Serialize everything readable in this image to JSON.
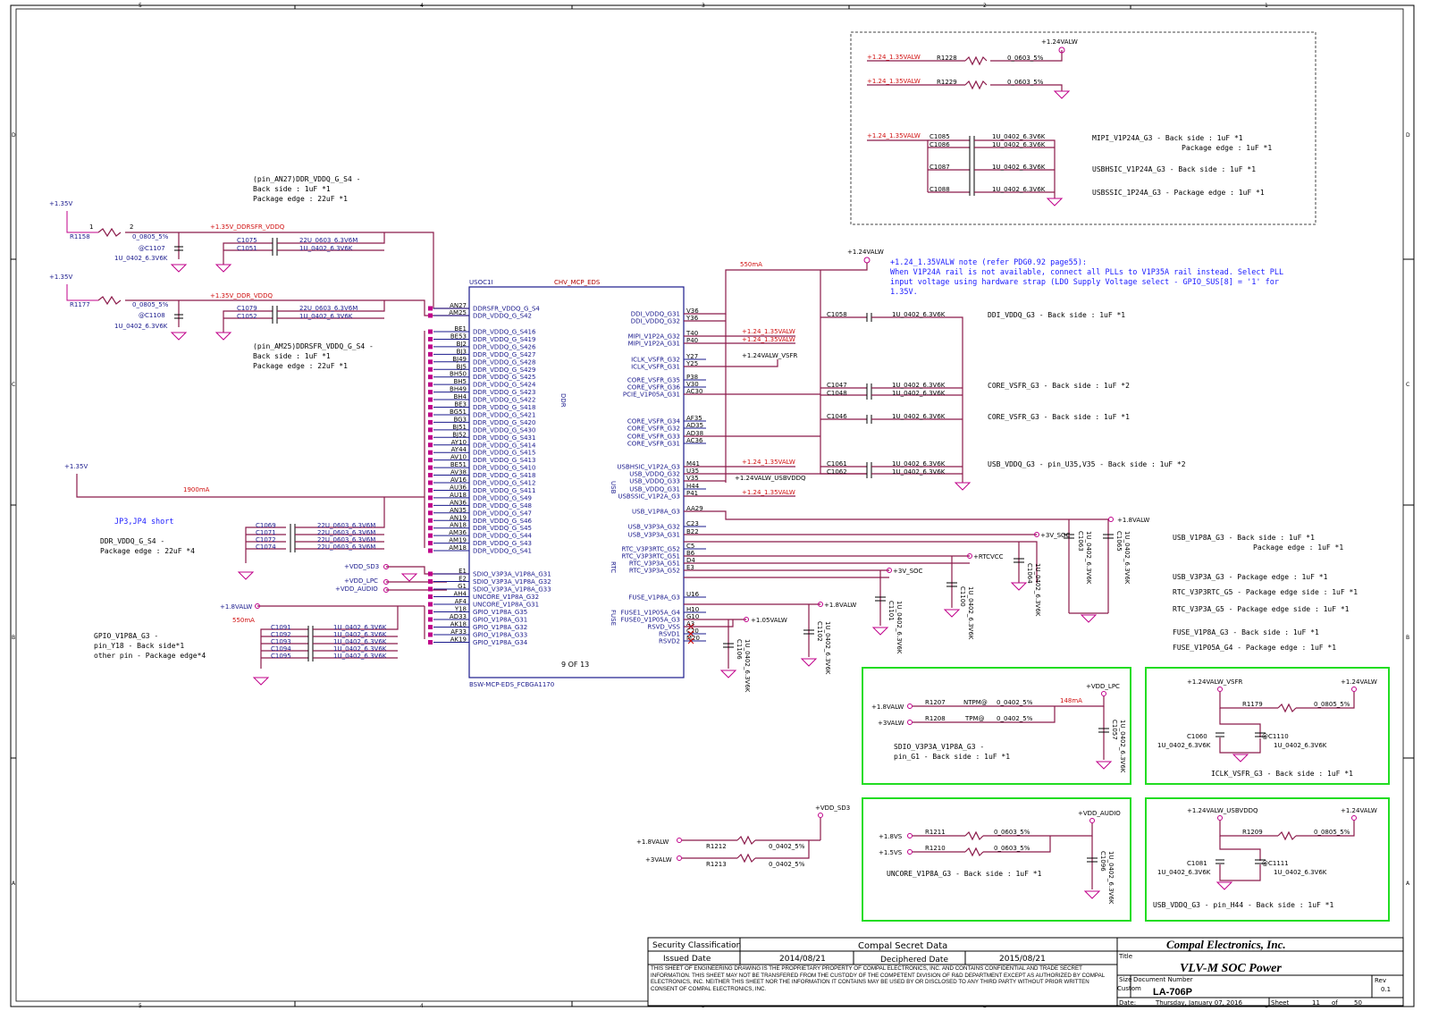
{
  "border": {
    "cols": [
      "5",
      "4",
      "3",
      "2",
      "1"
    ],
    "rows": [
      "D",
      "C",
      "B",
      "A"
    ]
  },
  "chip": {
    "ref": "USOC1I",
    "part": "CHV_MCP_EDS",
    "section": "9 OF 13",
    "footprint": "BSW-MCP-EDS_FCBGA1170",
    "groups": [
      "DDR",
      "USB",
      "RTC",
      "FUSE"
    ],
    "left_pins": [
      [
        "AN27",
        "DDRSFR_VDDQ_G_S4"
      ],
      [
        "AM25",
        "DDR_VDDQ_G_S42"
      ],
      [
        "BE1",
        "DDR_VDDQ_G_S416"
      ],
      [
        "BE53",
        "DDR_VDDQ_G_S419"
      ],
      [
        "BJ2",
        "DDR_VDDQ_G_S426"
      ],
      [
        "BJ3",
        "DDR_VDDQ_G_S427"
      ],
      [
        "BJ49",
        "DDR_VDDQ_G_S428"
      ],
      [
        "BJ5",
        "DDR_VDDQ_G_S429"
      ],
      [
        "BH50",
        "DDR_VDDQ_G_S425"
      ],
      [
        "BH5",
        "DDR_VDDQ_G_S424"
      ],
      [
        "BH49",
        "DDR_VDDQ_G_S423"
      ],
      [
        "BH4",
        "DDR_VDDQ_G_S422"
      ],
      [
        "BE3",
        "DDR_VDDQ_G_S418"
      ],
      [
        "BG51",
        "DDR_VDDQ_G_S421"
      ],
      [
        "BG3",
        "DDR_VDDQ_G_S420"
      ],
      [
        "BJ51",
        "DDR_VDDQ_G_S430"
      ],
      [
        "BJ52",
        "DDR_VDDQ_G_S431"
      ],
      [
        "AY10",
        "DDR_VDDQ_G_S414"
      ],
      [
        "AY44",
        "DDR_VDDQ_G_S415"
      ],
      [
        "AV10",
        "DDR_VDDQ_G_S413"
      ],
      [
        "BE51",
        "DDR_VDDQ_G_S410"
      ],
      [
        "AV38",
        "DDR_VDDQ_G_S418"
      ],
      [
        "AV16",
        "DDR_VDDQ_G_S412"
      ],
      [
        "AU36",
        "DDR_VDDQ_G_S411"
      ],
      [
        "AU18",
        "DDR_VDDQ_G_S49"
      ],
      [
        "AN36",
        "DDR_VDDQ_G_S48"
      ],
      [
        "AN35",
        "DDR_VDDQ_G_S47"
      ],
      [
        "AN19",
        "DDR_VDDQ_G_S46"
      ],
      [
        "AN18",
        "DDR_VDDQ_G_S45"
      ],
      [
        "AM36",
        "DDR_VDDQ_G_S44"
      ],
      [
        "AM19",
        "DDR_VDDQ_G_S43"
      ],
      [
        "AM18",
        "DDR_VDDQ_G_S41"
      ],
      [
        "E1",
        "SDIO_V3P3A_V1P8A_G31"
      ],
      [
        "E2",
        "SDIO_V3P3A_V1P8A_G32"
      ],
      [
        "G1",
        "SDIO_V3P3A_V1P8A_G33"
      ],
      [
        "AH4",
        "UNCORE_V1P8A_G32"
      ],
      [
        "AF4",
        "UNCORE_V1P8A_G31"
      ],
      [
        "Y18",
        "GPIO_V1P8A_G35"
      ],
      [
        "AD33",
        "GPIO_V1P8A_G31"
      ],
      [
        "AK18",
        "GPIO_V1P8A_G32"
      ],
      [
        "AF33",
        "GPIO_V1P8A_G33"
      ],
      [
        "AK19",
        "GPIO_V1P8A_G34"
      ]
    ],
    "right_pins": [
      [
        "V36",
        "DDI_VDDQ_G31"
      ],
      [
        "Y36",
        "DDI_VDDQ_G32"
      ],
      [
        "T40",
        "MIPI_V1P2A_G32"
      ],
      [
        "P40",
        "MIPI_V1P2A_G31"
      ],
      [
        "Y27",
        "ICLK_VSFR_G32"
      ],
      [
        "Y25",
        "ICLK_VSFR_G31"
      ],
      [
        "P38",
        "CORE_VSFR_G35"
      ],
      [
        "V30",
        "CORE_VSFR_G36"
      ],
      [
        "AC30",
        "PCIE_V1P05A_G31"
      ],
      [
        "AF35",
        "CORE_VSFR_G34"
      ],
      [
        "AD35",
        "CORE_VSFR_G32"
      ],
      [
        "AD38",
        "CORE_VSFR_G33"
      ],
      [
        "AC36",
        "CORE_VSFR_G31"
      ],
      [
        "M41",
        "USBHSIC_V1P2A_G3"
      ],
      [
        "U35",
        "USB_VDDQ_G32"
      ],
      [
        "V35",
        "USB_VDDQ_G33"
      ],
      [
        "H44",
        "USB_VDDQ_G31"
      ],
      [
        "P41",
        "USBSSIC_V1P2A_G3"
      ],
      [
        "AA29",
        "USB_V1P8A_G3"
      ],
      [
        "C23",
        "USB_V3P3A_G32"
      ],
      [
        "B22",
        "USB_V3P3A_G31"
      ],
      [
        "C5",
        "RTC_V3P3RTC_G52"
      ],
      [
        "B6",
        "RTC_V3P3RTC_G51"
      ],
      [
        "D4",
        "RTC_V3P3A_G51"
      ],
      [
        "E3",
        "RTC_V3P3A_G52"
      ],
      [
        "U16",
        "FUSE_V1P8A_G3"
      ],
      [
        "H10",
        "FUSE1_V1P05A_G4"
      ],
      [
        "G10",
        "FUSE0_V1P05A_G3"
      ],
      [
        "A3",
        "RSVD_VSS"
      ],
      [
        "C20",
        "RSVD1"
      ],
      [
        "M20",
        "RSVD2"
      ]
    ]
  },
  "nets": {
    "ddrsfr": "+1.35V_DDRSFR_VDDQ",
    "ddr": "+1.35V_DDR_VDDQ",
    "p135v": "+1.35V",
    "p124valw": "+1.24VALW",
    "p124_135": "+1.24_1.35VALW",
    "vsfr": "+1.24VALW_VSFR",
    "usbvddq": "+1.24VALW_USBVDDQ",
    "p18valw": "+1.8VALW",
    "p3v_soc": "+3V_SOC",
    "rtcvcc": "+RTCVCC",
    "p105valw": "+1.05VALW",
    "vdd_sd3": "+VDD_SD3",
    "vdd_lpc": "+VDD_LPC",
    "vdd_audio": "+VDD_AUDIO",
    "p3valw": "+3VALW",
    "p18vs": "+1.8VS",
    "p15vs": "+1.5VS"
  },
  "currents": {
    "ddr_top": "550mA",
    "ddr_main": "1900mA",
    "gpio": "550mA",
    "sdio": "148mA"
  },
  "parts": {
    "r1158": "R1158",
    "r1177": "R1177",
    "r0805": "0_0805_5%",
    "c1107": "@C1107",
    "c1108": "@C1108",
    "c1u": "1U_0402_6.3V6K",
    "c22u": "22U_0603_6.3V6M",
    "c1075": "C1075",
    "c1051": "C1051",
    "c1079": "C1079",
    "c1052": "C1052",
    "c1069": "C1069",
    "c1071": "C1071",
    "c1072": "C1072",
    "c1074": "C1074",
    "c1091": "C1091",
    "c1092": "C1092",
    "c1093": "C1093",
    "c1094": "C1094",
    "c1095": "C1095",
    "r1228": "R1228",
    "r1229": "R1229",
    "r0603": "0_0603_5%",
    "c1085": "C1085",
    "c1086": "C1086",
    "c1087": "C1087",
    "c1088": "C1088",
    "c1058": "C1058",
    "c1047": "C1047",
    "c1048": "C1048",
    "c1046": "C1046",
    "c1061": "C1061",
    "c1062": "C1062",
    "c1063": "C1063",
    "c1064": "C1064",
    "c1065": "C1065",
    "c1060": "C1060",
    "c1100": "C1100",
    "c1101": "C1101",
    "c1102": "C1102",
    "c1106": "C1106",
    "r1212": "R1212",
    "r1213": "R1213",
    "r0402": "0_0402_5%",
    "r1207": "R1207",
    "r1208": "R1208",
    "ntpm": "NTPM@",
    "tpm": "TPM@",
    "c1057": "C1057",
    "r1179": "R1179",
    "c1060b": "C1060",
    "c1110": "@C1110",
    "r1211": "R1211",
    "r1210": "R1210",
    "c1096": "C1096",
    "r1209": "R1209",
    "c1081": "C1081",
    "c1111": "@C1111"
  },
  "notes": {
    "ddrsfr_title": "(pin_AN27)DDR_VDDQ_G_S4 -",
    "ddrsfr_back": "Back side : 1uF *1",
    "ddrsfr_pkg": "Package edge : 22uF *1",
    "ddr_title": "(pin_AM25)DDRSFR_VDDQ_G_S4 -",
    "ddr_back": "Back side : 1uF *1",
    "ddr_pkg": "Package edge : 22uF *1",
    "jp": "JP3,JP4 short",
    "ddrq_title": "DDR_VDDQ_G_S4 -",
    "ddrq_pkg": "Package edge : 22uF *4",
    "gpio_title": "GPIO_V1P8A_G3 -",
    "gpio_pin": "pin_Y18 - Back side*1",
    "gpio_other": "other pin - Package edge*4",
    "mipi1": "MIPI_V1P24A_G3 - Back side : 1uF *1",
    "mipi2": "Package edge : 1uF *1",
    "usbhsic": "USBHSIC_V1P24A_G3 - Back side : 1uF *1",
    "usbssic": "USBSSIC_1P24A_G3 -  Package edge : 1uF *1",
    "pll1": "+1.24_1.35VALW note (refer PDG0.92 page55):",
    "pll2": "When V1P24A rail is not available, connect all PLLs to V1P35A rail instead. Select PLL",
    "pll3": "input voltage using hardware strap (LDO Supply Voltage select - GPIO_SUS[8] = '1' for",
    "pll4": "1.35V.",
    "ddi": "DDI_VDDQ_G3 - Back side : 1uF *1",
    "core2": "CORE_VSFR_G3 - Back side : 1uF *2",
    "core1": "CORE_VSFR_G3 - Back side : 1uF *1",
    "usbvddq": "USB_VDDQ_G3 - pin_U35,V35 - Back side : 1uF *2",
    "usb18_1": "USB_V1P8A_G3 - Back side : 1uF *1",
    "usb18_2": "Package edge : 1uF *1",
    "usb33": "USB_V3P3A_G3 -  Package edge : 1uF *1",
    "rtc1": "RTC_V3P3RTC_G5 - Package edge side : 1uF *1",
    "rtc2": "RTC_V3P3A_G5 - Package edge side : 1uF *1",
    "fuse18": "FUSE_V1P8A_G3 - Back side : 1uF *1",
    "fuse105": "FUSE_V1P05A_G4 - Package edge : 1uF *1",
    "sdio1": "SDIO_V3P3A_V1P8A_G3 -",
    "sdio2": "pin_G1 - Back side : 1uF *1",
    "iclk": "ICLK_VSFR_G3 - Back side : 1uF *1",
    "uncore": "UNCORE_V1P8A_G3 - Back side : 1uF *1",
    "usbvddq2": "USB_VDDQ_G3 -  pin_H44 - Back side : 1uF *1"
  },
  "title_block": {
    "sec_label": "Security Classification",
    "sec_value": "Compal Secret Data",
    "issued_label": "Issued Date",
    "issued_value": "2014/08/21",
    "deciph_label": "Deciphered Date",
    "deciph_value": "2015/08/21",
    "legal": "THIS SHEET OF ENGINEERING DRAWING IS THE PROPRIETARY PROPERTY OF COMPAL ELECTRONICS, INC. AND CONTAINS CONFIDENTIAL AND TRADE SECRET INFORMATION. THIS SHEET MAY NOT BE TRANSFERED FROM THE CUSTODY OF THE COMPETENT DIVISION OF R&D DEPARTMENT EXCEPT AS AUTHORIZED BY COMPAL ELECTRONICS, INC. NEITHER THIS SHEET NOR THE INFORMATION IT CONTAINS MAY BE USED BY OR DISCLOSED TO ANY THIRD PARTY WITHOUT PRIOR WRITTEN CONSENT OF COMPAL ELECTRONICS, INC.",
    "company": "Compal Electronics, Inc.",
    "title_label": "Title",
    "title": "VLV-M SOC Power",
    "size_label": "Size",
    "size_value": "Custom",
    "docnum_label": "Document Number",
    "docnum": "LA-706P",
    "rev_label": "Rev",
    "rev": "0.1",
    "date_label": "Date:",
    "date": "Thursday, January 07, 2016",
    "sheet_label": "Sheet",
    "sheet": "11",
    "of": "of",
    "total": "50"
  }
}
